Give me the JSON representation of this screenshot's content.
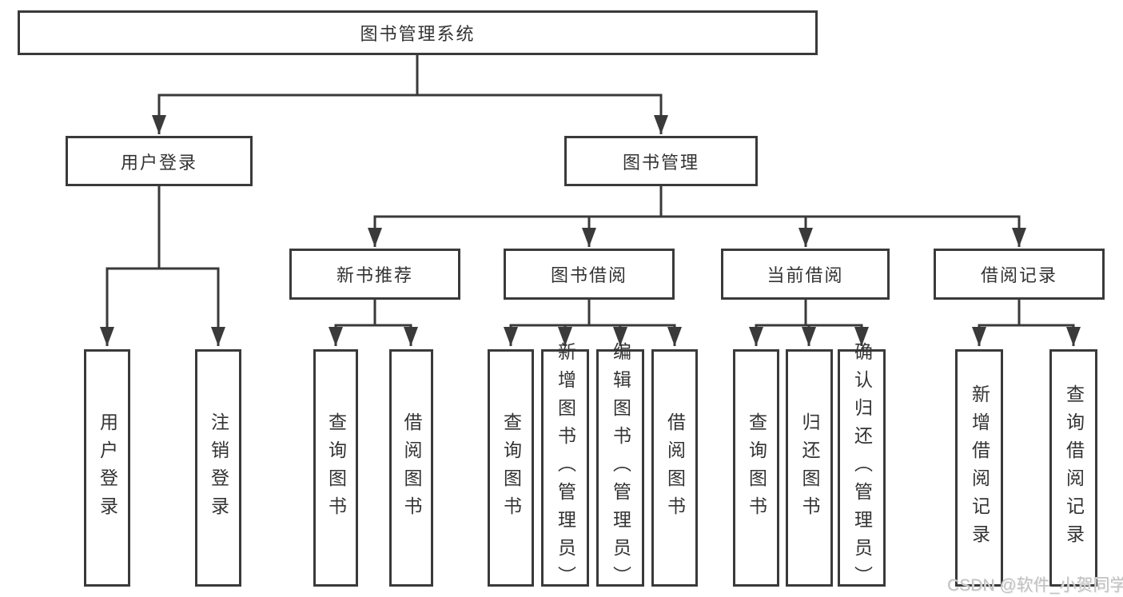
{
  "tree": {
    "label": "图书管理系统",
    "children": [
      {
        "label": "用户登录",
        "children": [
          {
            "label": "用户登录"
          },
          {
            "label": "注销登录"
          }
        ]
      },
      {
        "label": "图书管理",
        "children": [
          {
            "label": "新书推荐",
            "children": [
              {
                "label": "查询图书"
              },
              {
                "label": "借阅图书"
              }
            ]
          },
          {
            "label": "图书借阅",
            "children": [
              {
                "label": "查询图书"
              },
              {
                "label": "新增图书（管理员）"
              },
              {
                "label": "编辑图书（管理员）"
              },
              {
                "label": "借阅图书"
              }
            ]
          },
          {
            "label": "当前借阅",
            "children": [
              {
                "label": "查询图书"
              },
              {
                "label": "归还图书"
              },
              {
                "label": "确认归还（管理员）"
              }
            ]
          },
          {
            "label": "借阅记录",
            "children": [
              {
                "label": "新增借阅记录"
              },
              {
                "label": "查询借阅记录"
              }
            ]
          }
        ]
      }
    ]
  },
  "watermark": "CSDN @软件_小贺同学",
  "colors": {
    "line": "#3a3a3a",
    "box_border": "#3a3a3a",
    "text": "#333333",
    "background": "#ffffff",
    "watermark": "#c2c2c2"
  }
}
